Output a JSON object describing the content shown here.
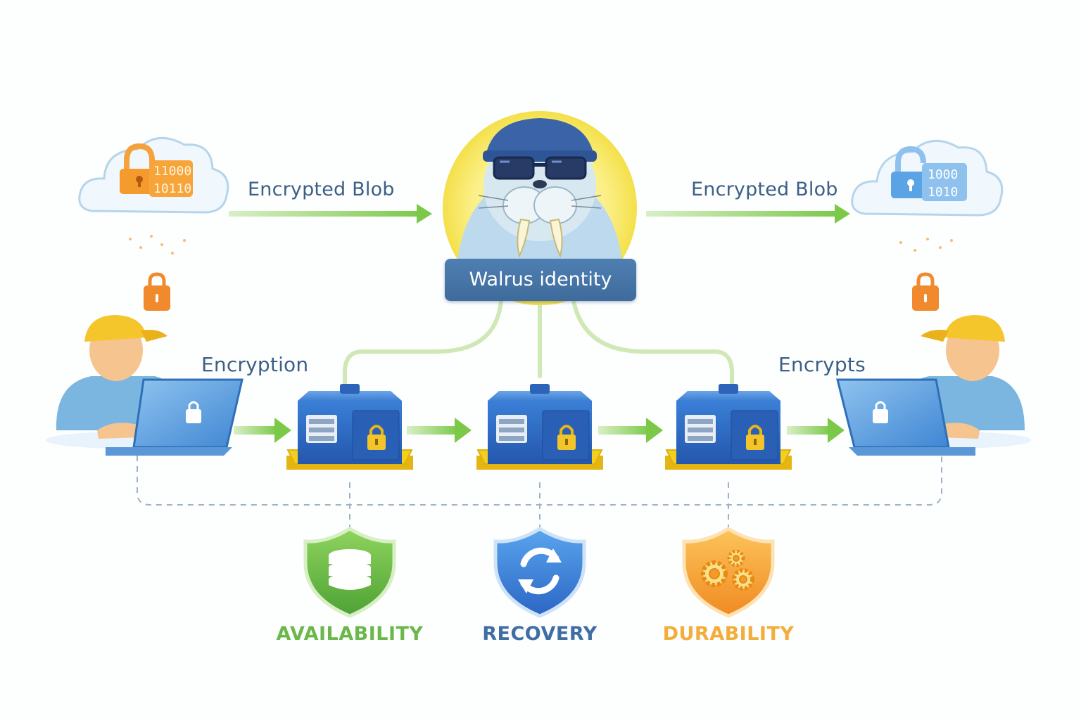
{
  "flow": {
    "left_blob_label": "Encrypted Blob",
    "right_blob_label": "Encrypted Blob",
    "left_action_label": "Encryption",
    "right_action_label": "Encrypts"
  },
  "identity": {
    "badge_label": "Walrus identity"
  },
  "clouds": {
    "left_bits": [
      "11000",
      "10110"
    ],
    "right_bits": [
      "1000",
      "1010"
    ]
  },
  "properties": [
    {
      "label": "AVAILABILITY",
      "icon": "database-icon",
      "color": "#6bb84a"
    },
    {
      "label": "RECOVERY",
      "icon": "refresh-icon",
      "color": "#3f6ea5"
    },
    {
      "label": "DURABILITY",
      "icon": "gears-icon",
      "color": "#f3ad3a"
    }
  ],
  "colors": {
    "arrow_green": "#7cc94a",
    "node_blue": "#2f6cc8",
    "node_base_yellow": "#f4cf1e",
    "lock_orange": "#f08a2c",
    "lock_blue": "#4f9be0",
    "badge_blue": "#45719f"
  }
}
